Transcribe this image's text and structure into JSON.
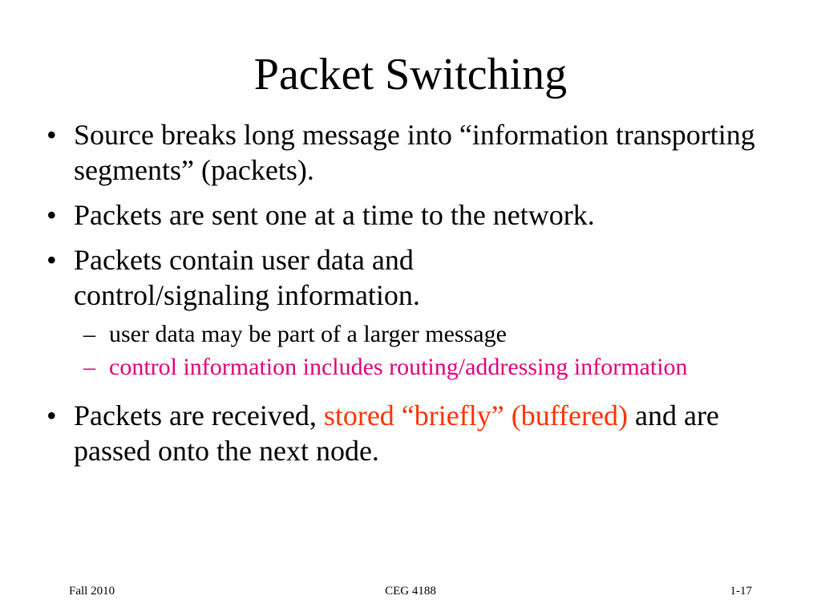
{
  "slide": {
    "title": "Packet Switching",
    "bullets": [
      {
        "text": "Source breaks long message into “information transporting segments” (packets)."
      },
      {
        "text": "Packets are sent one at a time to the network."
      },
      {
        "text": "Packets contain user data and control/signaling information."
      },
      {
        "sub": "user data may be part of a larger message"
      },
      {
        "sub": "control information includes routing/addressing information"
      },
      {
        "text_a": "Packets are received, ",
        "text_red": "stored “briefly” (buffered)",
        "text_b": " and are passed onto the next node."
      }
    ],
    "bullet_glyph": "•",
    "dash_glyph": "–",
    "colors": {
      "sub_highlight": "#e0007a",
      "emphasis": "#ff3300"
    }
  },
  "footer": {
    "left": "Fall 2010",
    "center": "CEG 4188",
    "right": "1-17"
  }
}
